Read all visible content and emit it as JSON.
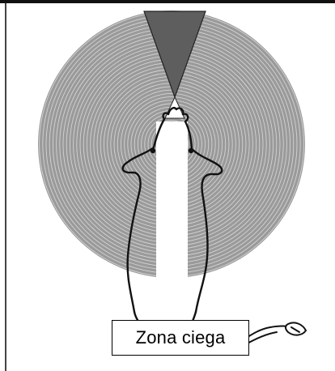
{
  "diagram": {
    "callout_label": "Zona ciega",
    "parts": {
      "visual_field": "visual-field-disc",
      "blind_zone_front": "blind-zone-front-wedge",
      "blind_zone_rear": "blind-zone-rear-strip",
      "animal": "animal-top-view-outline",
      "tail": "tail-curve"
    },
    "colors": {
      "field_fill": "#9a9a9a",
      "field_rings": "#d6d6d6",
      "front_blind_fill": "#606060",
      "outline": "#111111",
      "background": "#ffffff"
    }
  }
}
